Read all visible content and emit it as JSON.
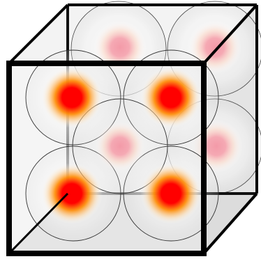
{
  "diagram": {
    "kind": "face-centered-cubic-unit-cell",
    "corner_atoms_front": 4,
    "corner_atoms_back": 4,
    "face_center_atoms_front": 1,
    "face_center_atoms_side": 1,
    "face_center_atoms_back": 1,
    "colors": {
      "outline": "#000000",
      "face_fill_front": "#ececec",
      "face_fill_side": "#e2e2e2",
      "face_fill_top": "#f3f3f3",
      "atom_core_front": "#ff0000",
      "atom_mid_front": "#ff8a00",
      "atom_core_back": "#f39aa8",
      "atom_halo": "#ffffff",
      "circle_stroke": "#333333"
    }
  }
}
